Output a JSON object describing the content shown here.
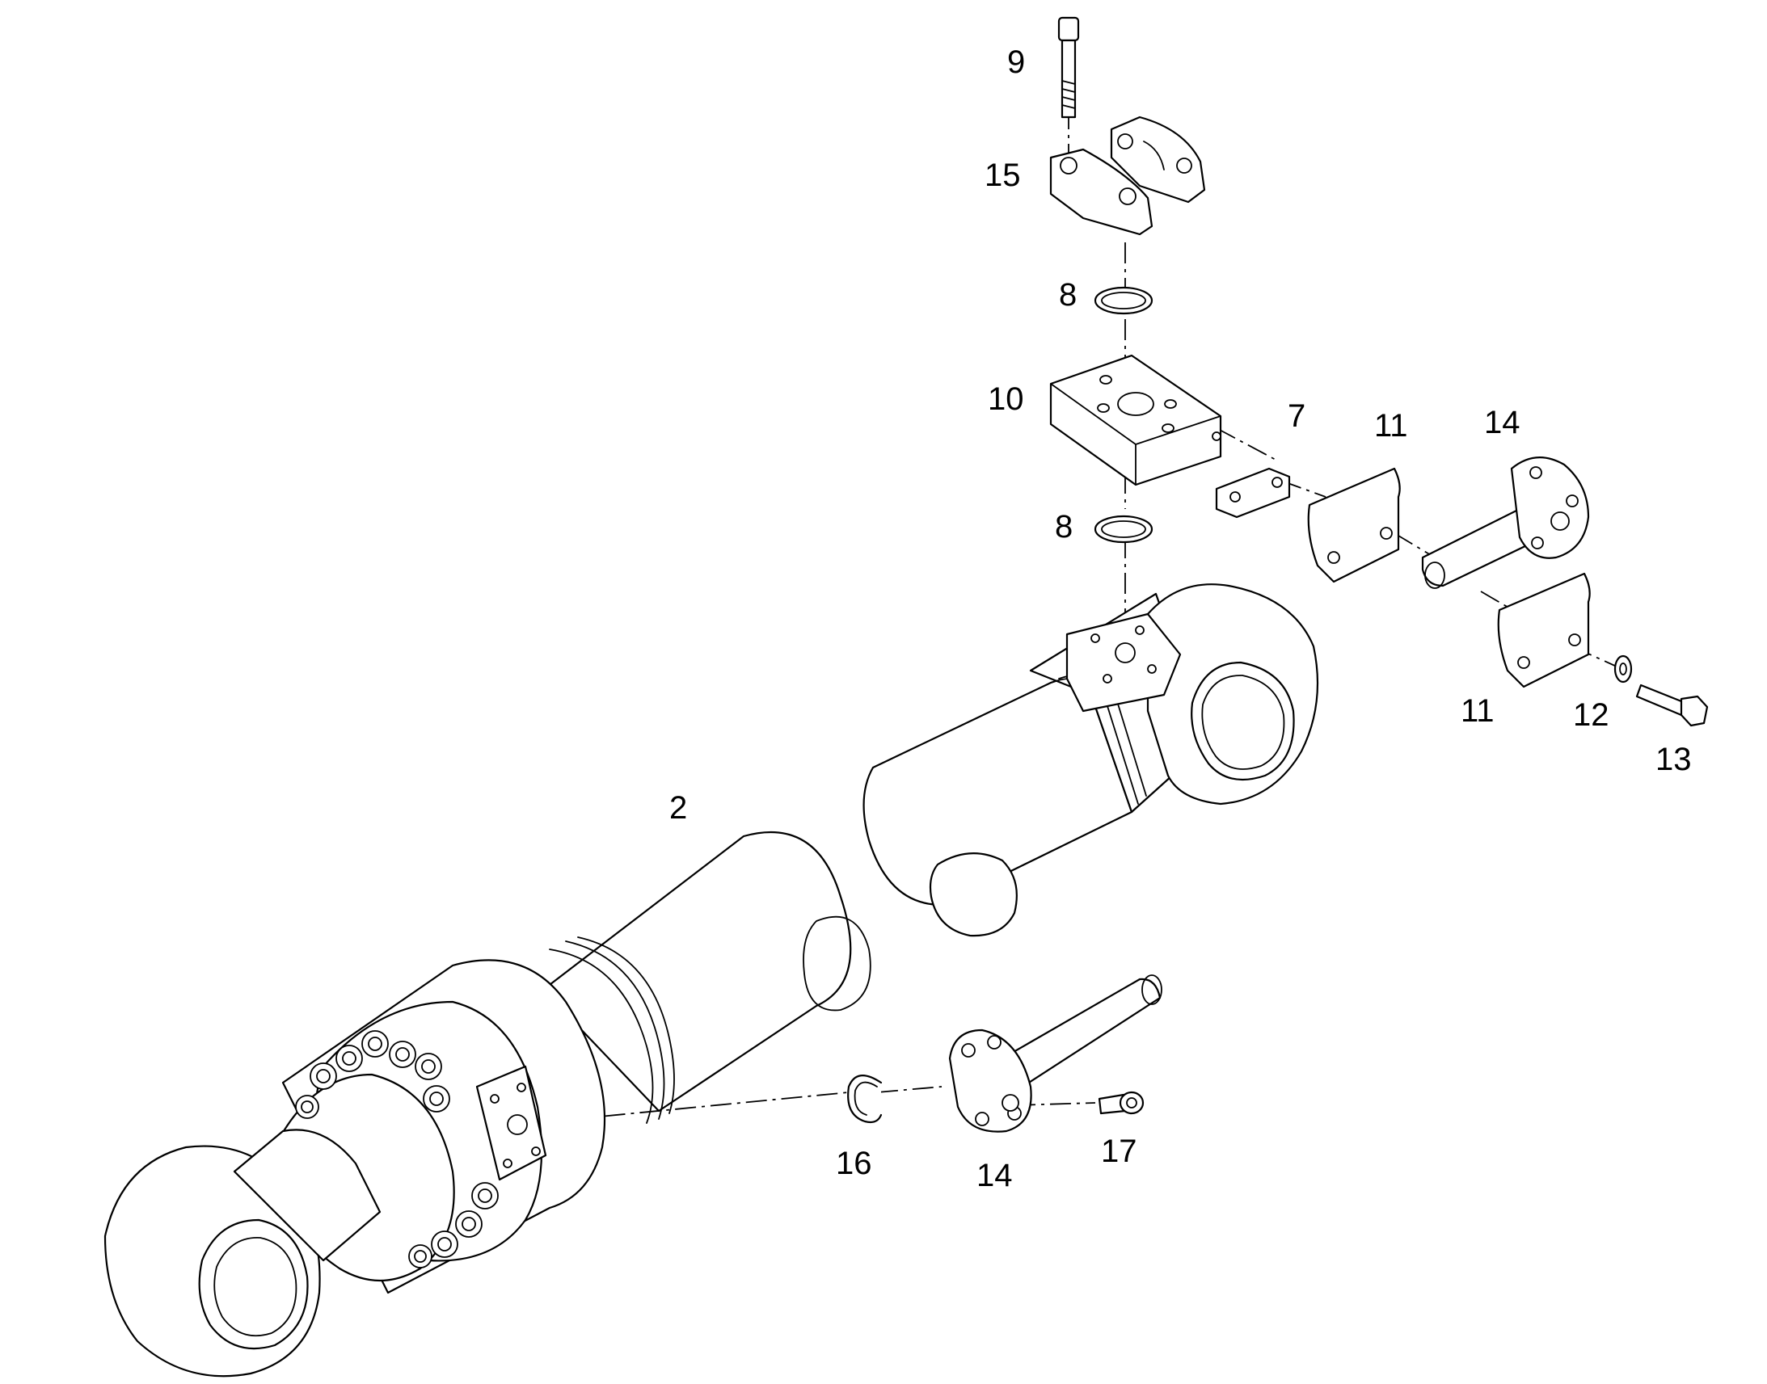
{
  "callouts": {
    "c2": "2",
    "c7": "7",
    "c8a": "8",
    "c8b": "8",
    "c9": "9",
    "c10": "10",
    "c11a": "11",
    "c11b": "11",
    "c12": "12",
    "c13": "13",
    "c14a": "14",
    "c14b": "14",
    "c15": "15",
    "c16": "16",
    "c17": "17"
  }
}
